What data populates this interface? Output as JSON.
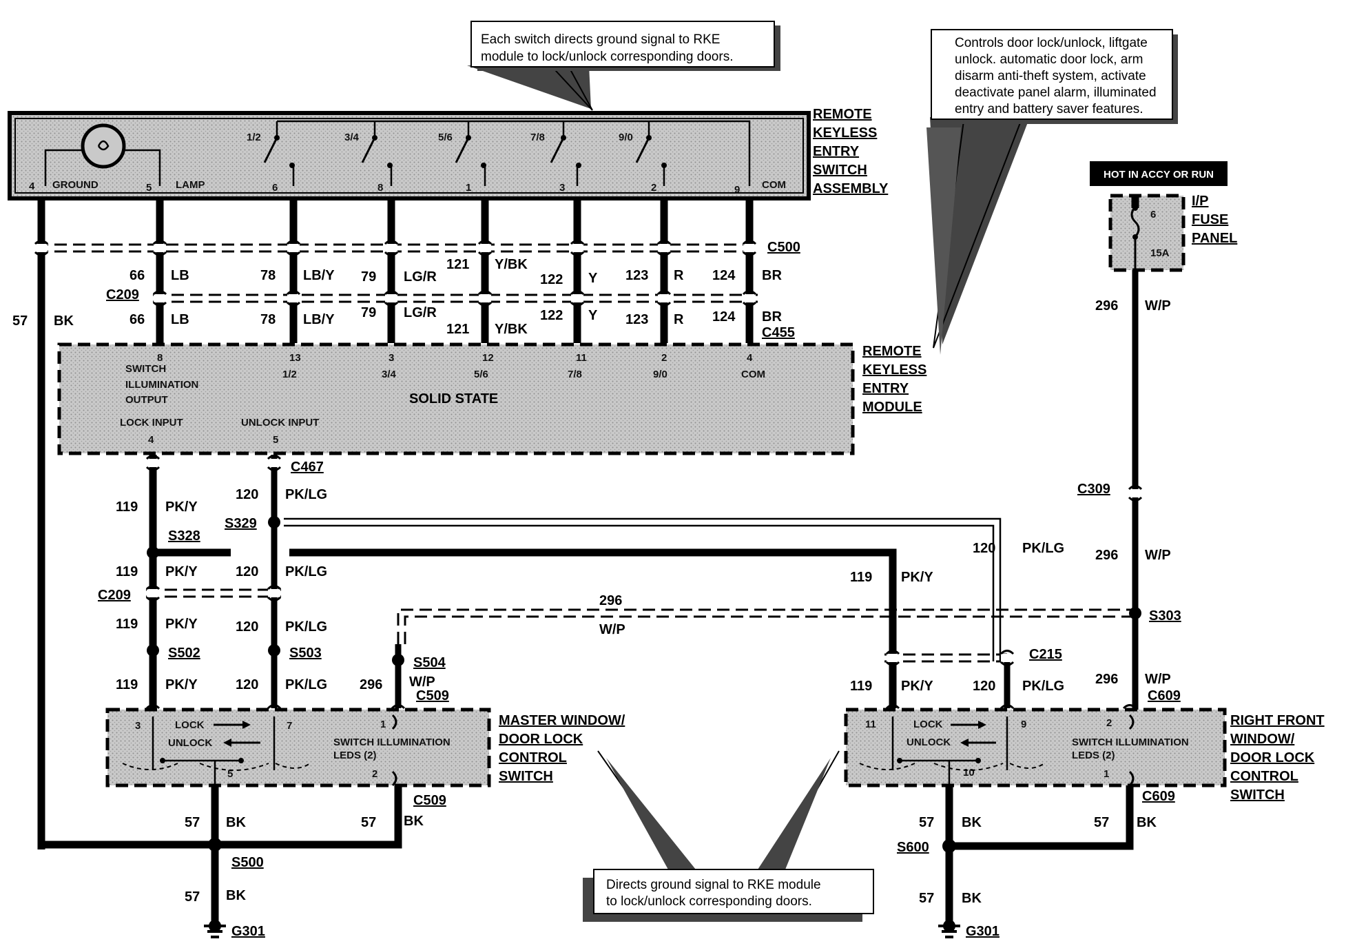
{
  "callouts": {
    "top": [
      "Each switch directs ground signal to RKE",
      "module to lock/unlock corresponding doors."
    ],
    "right": [
      "Controls door lock/unlock, liftgate",
      "unlock. automatic door lock, arm",
      "disarm anti-theft system, activate",
      "deactivate panel alarm, illuminated",
      "entry and battery saver features."
    ],
    "bottom": [
      "Directs ground signal to RKE module",
      "to lock/unlock corresponding doors."
    ],
    "hot": "HOT IN ACCY OR RUN"
  },
  "components": {
    "switch_assembly": [
      "REMOTE",
      "KEYLESS",
      "ENTRY",
      "SWITCH",
      "ASSEMBLY"
    ],
    "module": [
      "REMOTE",
      "KEYLESS",
      "ENTRY",
      "MODULE"
    ],
    "fuse_panel": [
      "I/P",
      "FUSE",
      "PANEL"
    ],
    "master_switch": [
      "MASTER WINDOW/",
      "DOOR LOCK",
      "CONTROL",
      "SWITCH"
    ],
    "rf_switch": [
      "RIGHT FRONT",
      "WINDOW/",
      "DOOR LOCK",
      "CONTROL",
      "SWITCH"
    ],
    "solid_state": "SOLID STATE"
  },
  "switch_labels": {
    "ground": "GROUND",
    "lamp": "LAMP",
    "com": "COM",
    "pins": [
      "4",
      "5",
      "6",
      "8",
      "1",
      "3",
      "2",
      "9"
    ],
    "positions": [
      "1/2",
      "3/4",
      "5/6",
      "7/8",
      "9/0"
    ]
  },
  "module_labels": {
    "pins_top": [
      "8",
      "13",
      "3",
      "12",
      "11",
      "2",
      "4"
    ],
    "inputs_top": [
      "1/2",
      "3/4",
      "5/6",
      "7/8",
      "9/0",
      "COM"
    ],
    "switch_illum": [
      "SWITCH",
      "ILLUMINATION",
      "OUTPUT"
    ],
    "lock_input": "LOCK INPUT",
    "lock_pin": "4",
    "unlock_input": "UNLOCK INPUT",
    "unlock_pin": "5"
  },
  "fuse": {
    "number": "6",
    "rating": "15A"
  },
  "connectors": {
    "c500": "C500",
    "c209": "C209",
    "c455": "C455",
    "c467": "C467",
    "c309": "C309",
    "c215": "C215",
    "c509": "C509",
    "c609": "C609"
  },
  "splices": {
    "s328": "S328",
    "s329": "S329",
    "s502": "S502",
    "s503": "S503",
    "s504": "S504",
    "s303": "S303",
    "s500": "S500",
    "s600": "S600"
  },
  "grounds": {
    "left": "G301",
    "right": "G301"
  },
  "wires": {
    "c66": "66",
    "lb": "LB",
    "c78": "78",
    "lby": "LB/Y",
    "c79": "79",
    "lgr": "LG/R",
    "c121": "121",
    "ybk": "Y/BK",
    "c122": "122",
    "y": "Y",
    "c123": "123",
    "r": "R",
    "c124": "124",
    "br": "BR",
    "c57": "57",
    "bk": "BK",
    "c119": "119",
    "pky": "PK/Y",
    "c120": "120",
    "pklg": "PK/LG",
    "c296": "296",
    "wp": "W/P"
  },
  "switch_internal": {
    "lock": "LOCK",
    "unlock": "UNLOCK",
    "illum": [
      "SWITCH ILLUMINATION",
      "LEDS (2)"
    ],
    "master_pins": [
      "3",
      "7",
      "5",
      "1",
      "2"
    ],
    "rf_pins": [
      "11",
      "9",
      "10",
      "2",
      "1"
    ]
  }
}
